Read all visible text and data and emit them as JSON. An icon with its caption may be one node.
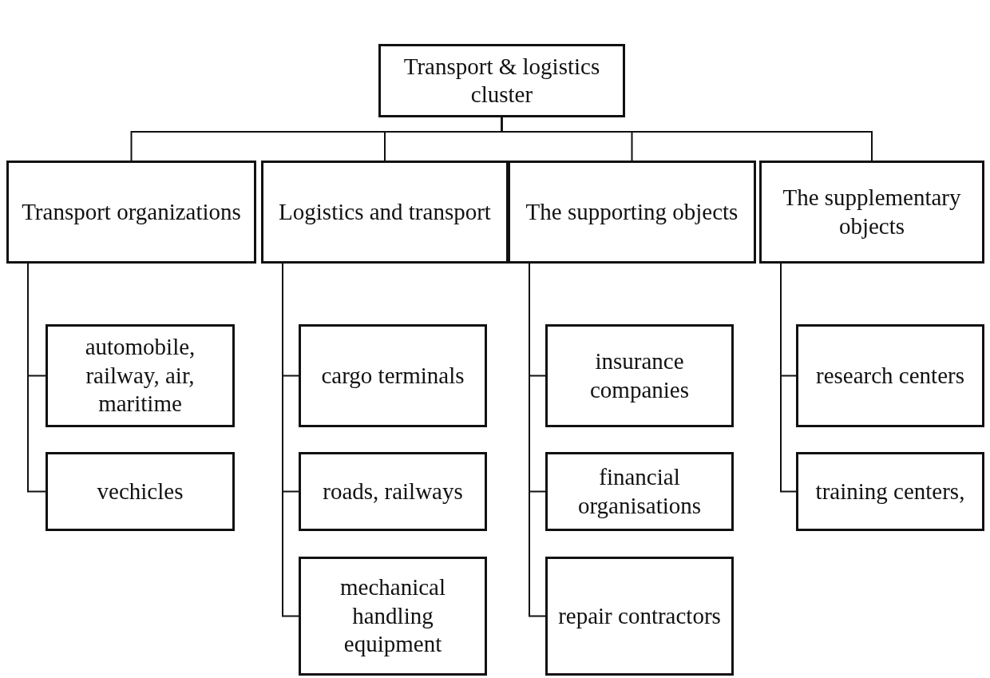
{
  "diagram": {
    "nodes": [
      {
        "text": [
          "Transport & logistics cluster"
        ]
      },
      {
        "text": [
          "Transport organizations"
        ]
      },
      {
        "text": [
          "Logistics and transport"
        ]
      },
      {
        "text": [
          "The supporting objects"
        ]
      },
      {
        "text": [
          "The supplementary objects"
        ]
      },
      {
        "text": [
          "automobile, railway, air, maritime"
        ]
      },
      {
        "text": [
          "cargo terminals"
        ]
      },
      {
        "text": [
          "insurance companies"
        ]
      },
      {
        "text": [
          "research centers"
        ]
      },
      {
        "text": [
          "vechicles"
        ]
      },
      {
        "text": [
          "roads, railways"
        ]
      },
      {
        "text": [
          "financial organisations"
        ]
      },
      {
        "text": [
          "training centers,"
        ]
      },
      {
        "text": [
          "mechanical handling equipment"
        ]
      },
      {
        "text": [
          "repair contractors"
        ]
      }
    ],
    "edges": [
      {
        "from": 0,
        "to": 1,
        "arrow": "none"
      },
      {
        "from": 0,
        "to": 2,
        "arrow": "none"
      },
      {
        "from": 0,
        "to": 3,
        "arrow": "none"
      },
      {
        "from": 0,
        "to": 4,
        "arrow": "none"
      },
      {
        "from": 1,
        "to": 5,
        "arrow": "none"
      },
      {
        "from": 1,
        "to": 9,
        "arrow": "none"
      },
      {
        "from": 2,
        "to": 6,
        "arrow": "none"
      },
      {
        "from": 2,
        "to": 10,
        "arrow": "none"
      },
      {
        "from": 2,
        "to": 13,
        "arrow": "none"
      },
      {
        "from": 3,
        "to": 7,
        "arrow": "none"
      },
      {
        "from": 3,
        "to": 11,
        "arrow": "none"
      },
      {
        "from": 3,
        "to": 14,
        "arrow": "none"
      },
      {
        "from": 4,
        "to": 8,
        "arrow": "none"
      },
      {
        "from": 4,
        "to": 12,
        "arrow": "none"
      }
    ]
  }
}
